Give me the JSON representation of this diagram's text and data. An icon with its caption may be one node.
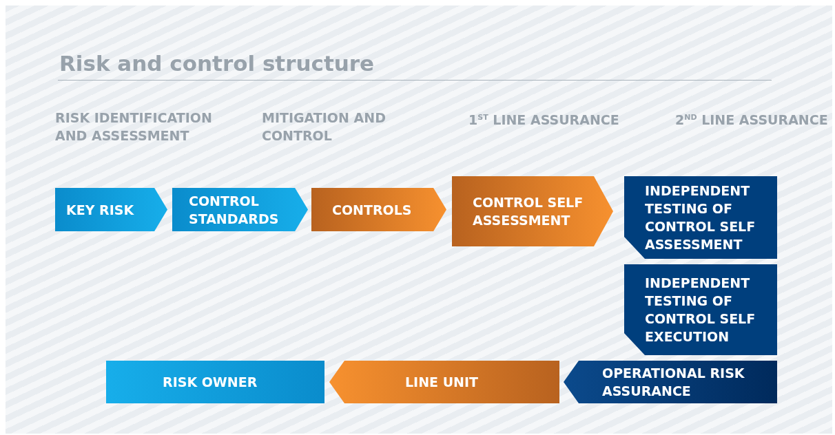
{
  "diagram": {
    "title": "Risk and control structure",
    "nodes": [
      {
        "text": [
          "KEY RISK"
        ]
      },
      {
        "text": [
          "CONTROL STANDARDS"
        ]
      },
      {
        "text": [
          "CONTROLS"
        ]
      },
      {
        "text": [
          "CONTROL SELF ASSESSMENT"
        ]
      },
      {
        "text": [
          "INDEPENDENT TESTING OF CONTROL SELF ASSESSMENT"
        ]
      },
      {
        "text": [
          "INDEPENDENT TESTING OF CONTROL SELF EXECUTION"
        ]
      },
      {
        "text": [
          "RISK OWNER"
        ]
      },
      {
        "text": [
          "LINE UNIT"
        ]
      },
      {
        "text": [
          "OPERATIONAL RISK ASSURANCE"
        ]
      }
    ],
    "labels": [
      "RISK IDENTIFICATION AND ASSESSMENT",
      "MITIGATION AND CONTROL",
      "1$^{ST}$ LINE ASSURANCE",
      "2$^{ND}$ LINE ASSURANCE"
    ]
  }
}
